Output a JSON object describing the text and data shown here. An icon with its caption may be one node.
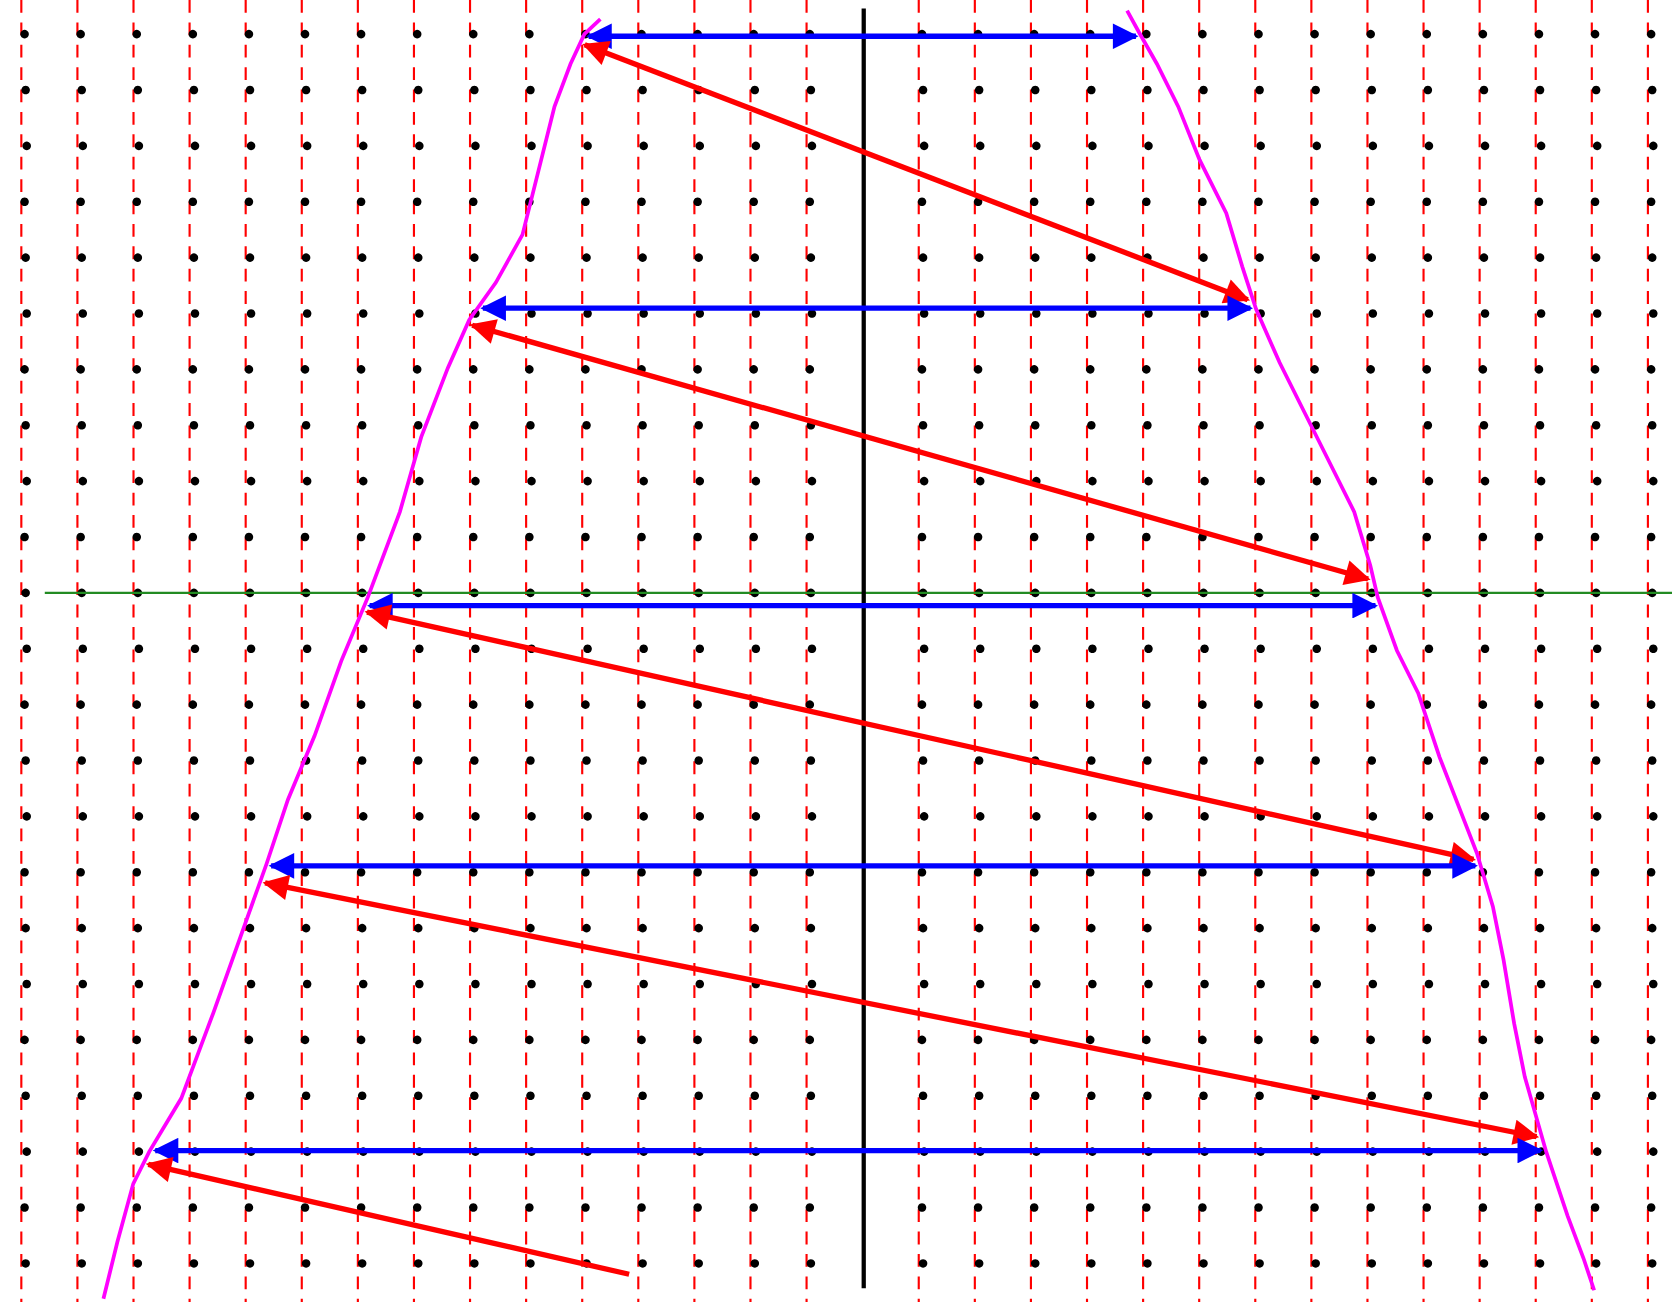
{
  "diagram": {
    "nodes": [
      {
        "text": [],
        "shape": "curve"
      },
      {
        "text": [],
        "shape": "curve"
      }
    ],
    "edges": [
      {
        "from": 0,
        "to": 1,
        "arrow": "both",
        "color": "#0000ff"
      },
      {
        "from": 0,
        "to": 1,
        "arrow": "both",
        "color": "#ff0000"
      },
      {
        "from": 0,
        "to": 1,
        "arrow": "both",
        "color": "#0000ff"
      },
      {
        "from": 0,
        "to": 1,
        "arrow": "both",
        "color": "#ff0000"
      },
      {
        "from": 0,
        "to": 1,
        "arrow": "both",
        "color": "#0000ff"
      },
      {
        "from": 0,
        "to": 1,
        "arrow": "both",
        "color": "#ff0000"
      },
      {
        "from": 0,
        "to": 1,
        "arrow": "both",
        "color": "#0000ff"
      },
      {
        "from": 0,
        "to": 1,
        "arrow": "both",
        "color": "#ff0000"
      },
      {
        "from": 0,
        "to": 1,
        "arrow": "both",
        "color": "#0000ff"
      },
      {
        "from": null,
        "to": 0,
        "arrow": "to",
        "color": "#ff0000"
      }
    ]
  }
}
